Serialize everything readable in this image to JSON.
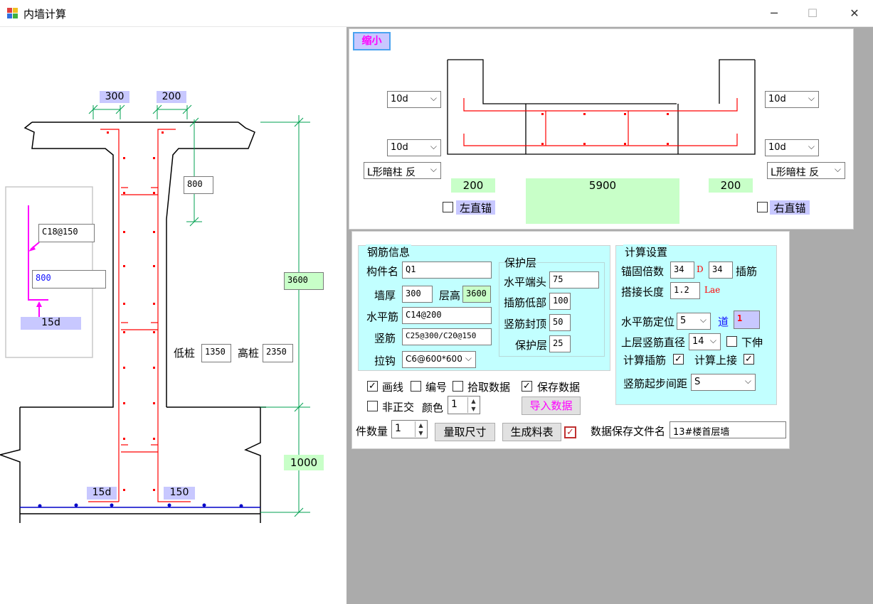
{
  "window": {
    "title": "内墙计算",
    "minimize": "─",
    "maximize": "☐",
    "close": "✕"
  },
  "drawing": {
    "top_dim_left": "300",
    "top_dim_right": "200",
    "dim_800": "800",
    "dim_3600": "3600",
    "dim_1000": "1000",
    "bottom_left_label": "15d",
    "bottom_right_label": "150",
    "low_pile_label": "低桩",
    "low_pile_value": "1350",
    "high_pile_label": "高桩",
    "high_pile_value": "2350",
    "inset": {
      "rebar_label": "C18@150",
      "value_800": "800",
      "label_15d": "15d"
    }
  },
  "top_panel": {
    "shrink_button": "缩小",
    "left_top_select": "10d",
    "left_bottom_select": "10d",
    "right_top_select": "10d",
    "right_bottom_select": "10d",
    "left_column_select": "L形暗柱 反",
    "right_column_select": "L形暗柱 反",
    "dim_left": "200",
    "dim_center": "5900",
    "dim_right": "200",
    "left_anchor_label": "左直锚",
    "right_anchor_label": "右直锚"
  },
  "rebar_info": {
    "title": "钢筋信息",
    "name_label": "构件名",
    "name_value": "Q1",
    "thickness_label": "墙厚",
    "thickness_value": "300",
    "floor_height_label": "层高",
    "floor_height_value": "3600",
    "horizontal_label": "水平筋",
    "horizontal_value": "C14@200",
    "vertical_label": "竖筋",
    "vertical_value": "C25@300/C20@150",
    "tie_label": "拉钩",
    "tie_value": "C6@600*600",
    "cover": {
      "title": "保护层",
      "horizontal_end_label": "水平端头",
      "horizontal_end_value": "75",
      "dowel_bottom_label": "插筋低部",
      "dowel_bottom_value": "100",
      "vertical_top_label": "竖筋封顶",
      "vertical_top_value": "50",
      "cover_label": "保护层",
      "cover_value": "25"
    }
  },
  "calc_settings": {
    "title": "计算设置",
    "anchor_label": "锚固倍数",
    "anchor_value1": "34",
    "anchor_d": "D",
    "anchor_value2": "34",
    "dowel_label": "插筋",
    "lap_label": "搭接长度",
    "lap_value": "1.2",
    "lae_label": "Lae",
    "hpos_label": "水平筋定位",
    "hpos_value": "5",
    "dao_label": "道",
    "dao_value": "1",
    "upper_dia_label": "上层竖筋直径",
    "upper_dia_value": "14",
    "down_extend_label": "下伸",
    "calc_dowel_label": "计算插筋",
    "calc_lap_label": "计算上接",
    "start_spacing_label": "竖筋起步间距",
    "start_spacing_value": "S"
  },
  "options": {
    "draw_line": "画线",
    "number": "编号",
    "pick_data": "拾取数据",
    "save_data": "保存数据",
    "non_orthogonal": "非正交",
    "color_label": "颜色",
    "color_value": "1",
    "import_button": "导入数据",
    "count_label": "件数量",
    "count_value": "1",
    "measure_button": "量取尺寸",
    "generate_button": "生成料表",
    "save_file_label": "数据保存文件名",
    "save_file_value": "13#楼首层墙"
  },
  "colors": {
    "cyan_group": "#c2ffff",
    "lavender": "#c8c8ff",
    "green_label": "#c8ffc8",
    "rebar_red": "#ff0000",
    "dim_green": "#00a050",
    "magenta": "#ff00ff"
  }
}
